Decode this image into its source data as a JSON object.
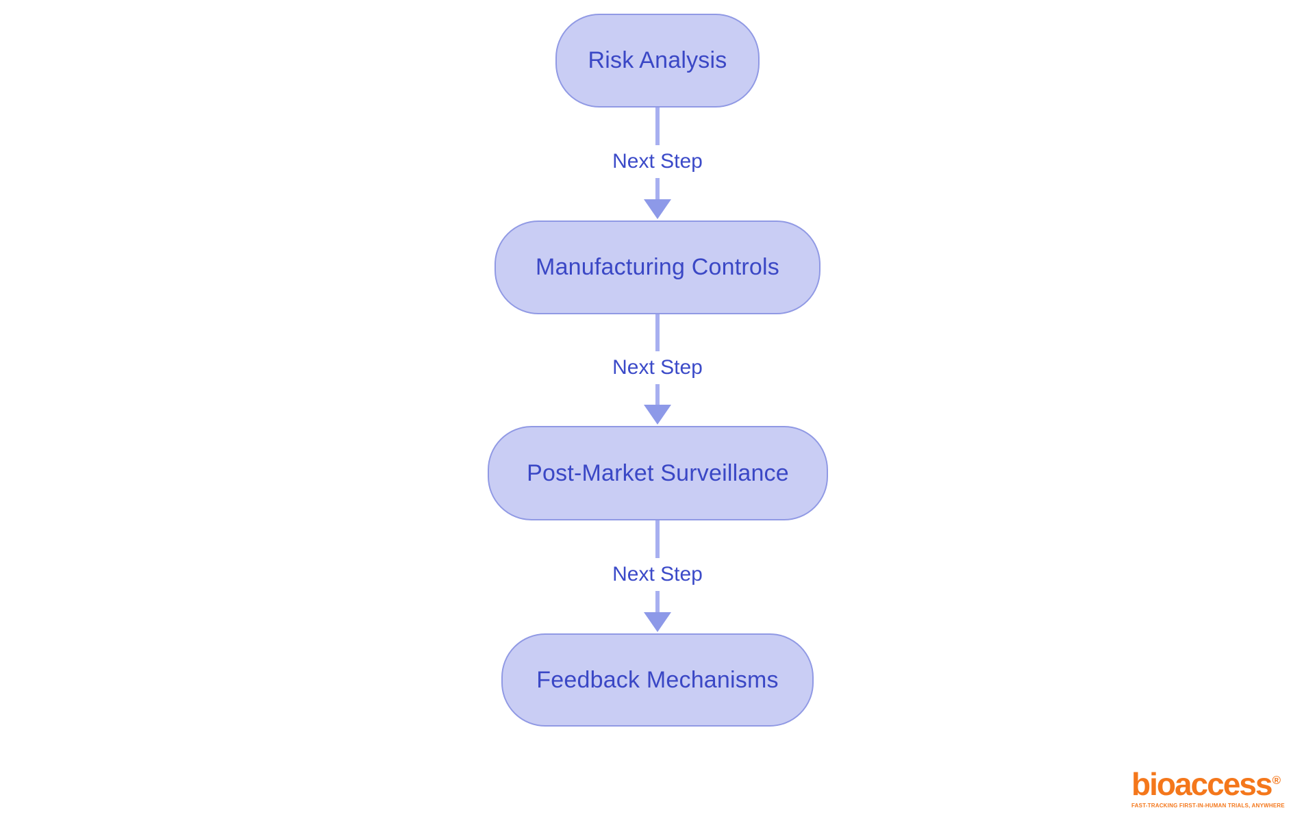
{
  "diagram": {
    "type": "flowchart",
    "direction": "top-down",
    "nodes": [
      {
        "id": "risk-analysis",
        "label": "Risk Analysis"
      },
      {
        "id": "manufacturing-controls",
        "label": "Manufacturing Controls"
      },
      {
        "id": "post-market-surveillance",
        "label": "Post-Market Surveillance"
      },
      {
        "id": "feedback-mechanisms",
        "label": "Feedback Mechanisms"
      }
    ],
    "edges": [
      {
        "from": "risk-analysis",
        "to": "manufacturing-controls",
        "label": "Next Step"
      },
      {
        "from": "manufacturing-controls",
        "to": "post-market-surveillance",
        "label": "Next Step"
      },
      {
        "from": "post-market-surveillance",
        "to": "feedback-mechanisms",
        "label": "Next Step"
      }
    ]
  },
  "colors": {
    "background": "#FFFFFF",
    "node_fill": "#C9CDF4",
    "node_border": "#9099E4",
    "node_text": "#3A47C5",
    "edge_line": "#A7AFF0",
    "edge_arrowhead": "#8D99E8",
    "edge_label_text": "#3B4AC8",
    "logo_orange": "#F4771B"
  },
  "logo": {
    "wordmark": "bioaccess",
    "registered_mark": "®",
    "tagline": "FAST-TRACKING FIRST-IN-HUMAN TRIALS, ANYWHERE"
  }
}
